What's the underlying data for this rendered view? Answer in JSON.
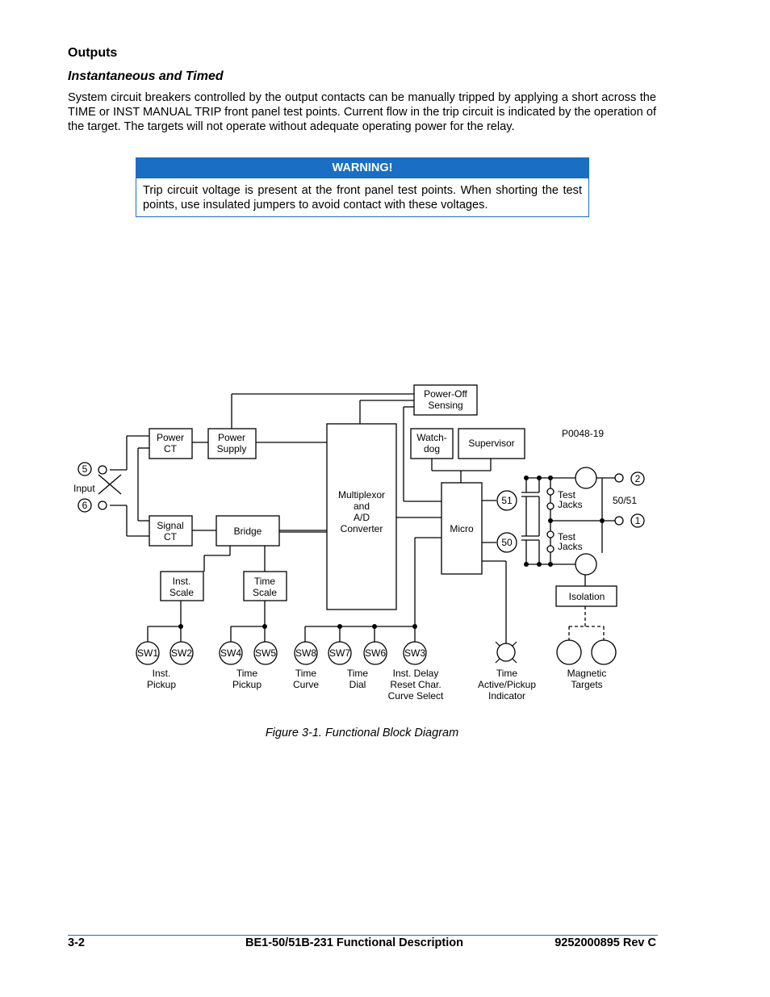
{
  "section_heading": "Outputs",
  "subheading": "Instantaneous and Timed",
  "paragraph": "System circuit breakers controlled by the output contacts can be manually tripped by applying a short across the TIME or INST MANUAL TRIP front panel test points. Current flow in the trip circuit is indicated by the operation of the target. The targets will not operate without adequate operating power for the relay.",
  "warning": {
    "title": "WARNING!",
    "body": "Trip circuit voltage is present at the front panel test points. When shorting the test points, use insulated jumpers to avoid contact with these voltages."
  },
  "diagram": {
    "drawing_number": "P0048-19",
    "input_label": "Input",
    "terminals": {
      "t5": "5",
      "t6": "6",
      "t2": "2",
      "t1": "1"
    },
    "blocks": {
      "power_ct": [
        "Power",
        "CT"
      ],
      "power_supply": [
        "Power",
        "Supply"
      ],
      "signal_ct": [
        "Signal",
        "CT"
      ],
      "bridge": "Bridge",
      "mux": [
        "Multiplexor",
        "and",
        "A/D",
        "Converter"
      ],
      "power_off": [
        "Power-Off",
        "Sensing"
      ],
      "watchdog": [
        "Watch-",
        "dog"
      ],
      "supervisor": "Supervisor",
      "micro": "Micro",
      "inst_scale": [
        "Inst.",
        "Scale"
      ],
      "time_scale": [
        "Time",
        "Scale"
      ],
      "isolation": "Isolation"
    },
    "contacts": {
      "c51": "51",
      "c50": "50"
    },
    "test_jacks": [
      "Test",
      "Jacks"
    ],
    "output_label": "50/51",
    "switches": [
      "SW1",
      "SW2",
      "SW4",
      "SW5",
      "SW8",
      "SW7",
      "SW6",
      "SW3"
    ],
    "switch_labels": {
      "inst_pickup": [
        "Inst.",
        "Pickup"
      ],
      "time_pickup": [
        "Time",
        "Pickup"
      ],
      "time_curve": [
        "Time",
        "Curve"
      ],
      "time_dial": [
        "Time",
        "Dial"
      ],
      "inst_delay": [
        "Inst. Delay",
        "Reset Char.",
        "Curve Select"
      ],
      "indicator": [
        "Time",
        "Active/Pickup",
        "Indicator"
      ],
      "targets": [
        "Magnetic",
        "Targets"
      ]
    }
  },
  "caption": "Figure 3-1. Functional Block Diagram",
  "footer": {
    "left": "3-2",
    "center": "BE1-50/51B-231 Functional Description",
    "right": "9252000895 Rev C"
  }
}
